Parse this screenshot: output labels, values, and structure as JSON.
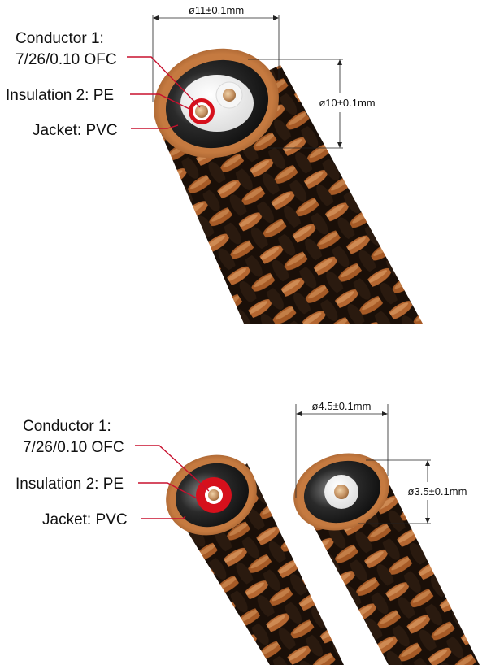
{
  "figure_top": {
    "labels": {
      "conductor_line1": "Conductor 1:",
      "conductor_line2": "7/26/0.10 OFC",
      "insulation": "Insulation 2: PE",
      "jacket": "Jacket: PVC"
    },
    "outer_diameter": "ø11±0.1mm",
    "inner_diameter": "ø10±0.1mm"
  },
  "figure_bottom": {
    "labels": {
      "conductor_line1": "Conductor 1:",
      "conductor_line2": "7/26/0.10 OFC",
      "insulation": "Insulation 2: PE",
      "jacket": "Jacket: PVC"
    },
    "outer_diameter": "ø4.5±0.1mm",
    "inner_diameter": "ø3.5±0.1mm"
  },
  "colors": {
    "braid_copper": "#b86a30",
    "braid_dark": "#1e120a",
    "insulation_red": "#d6101c",
    "jacket_black": "#151515",
    "leader_red": "#c8102e"
  }
}
